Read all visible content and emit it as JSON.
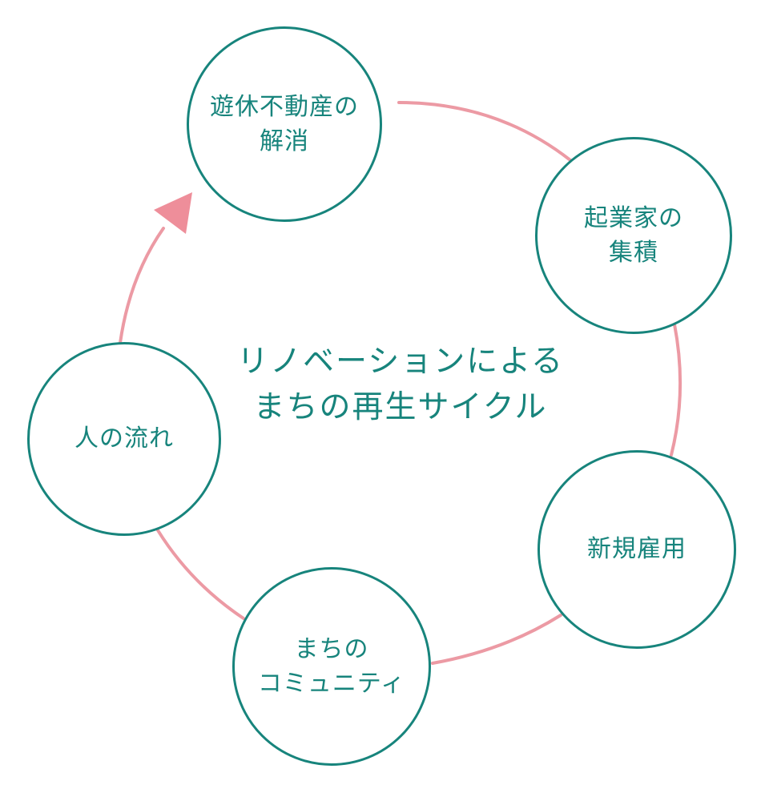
{
  "title": {
    "line1": "リノベーションによる",
    "line2": "まちの再生サイクル"
  },
  "nodes": [
    {
      "line1": "遊休不動産の",
      "line2": "解消"
    },
    {
      "line1": "起業家の",
      "line2": "集積"
    },
    {
      "line1": "新規雇用",
      "line2": ""
    },
    {
      "line1": "まちの",
      "line2": "コミュニティ"
    },
    {
      "line1": "人の流れ",
      "line2": ""
    }
  ],
  "colors": {
    "node_border": "#17847c",
    "node_text": "#17847c",
    "cycle_line": "#ec9aa4",
    "arrow": "#ee8e9a"
  }
}
